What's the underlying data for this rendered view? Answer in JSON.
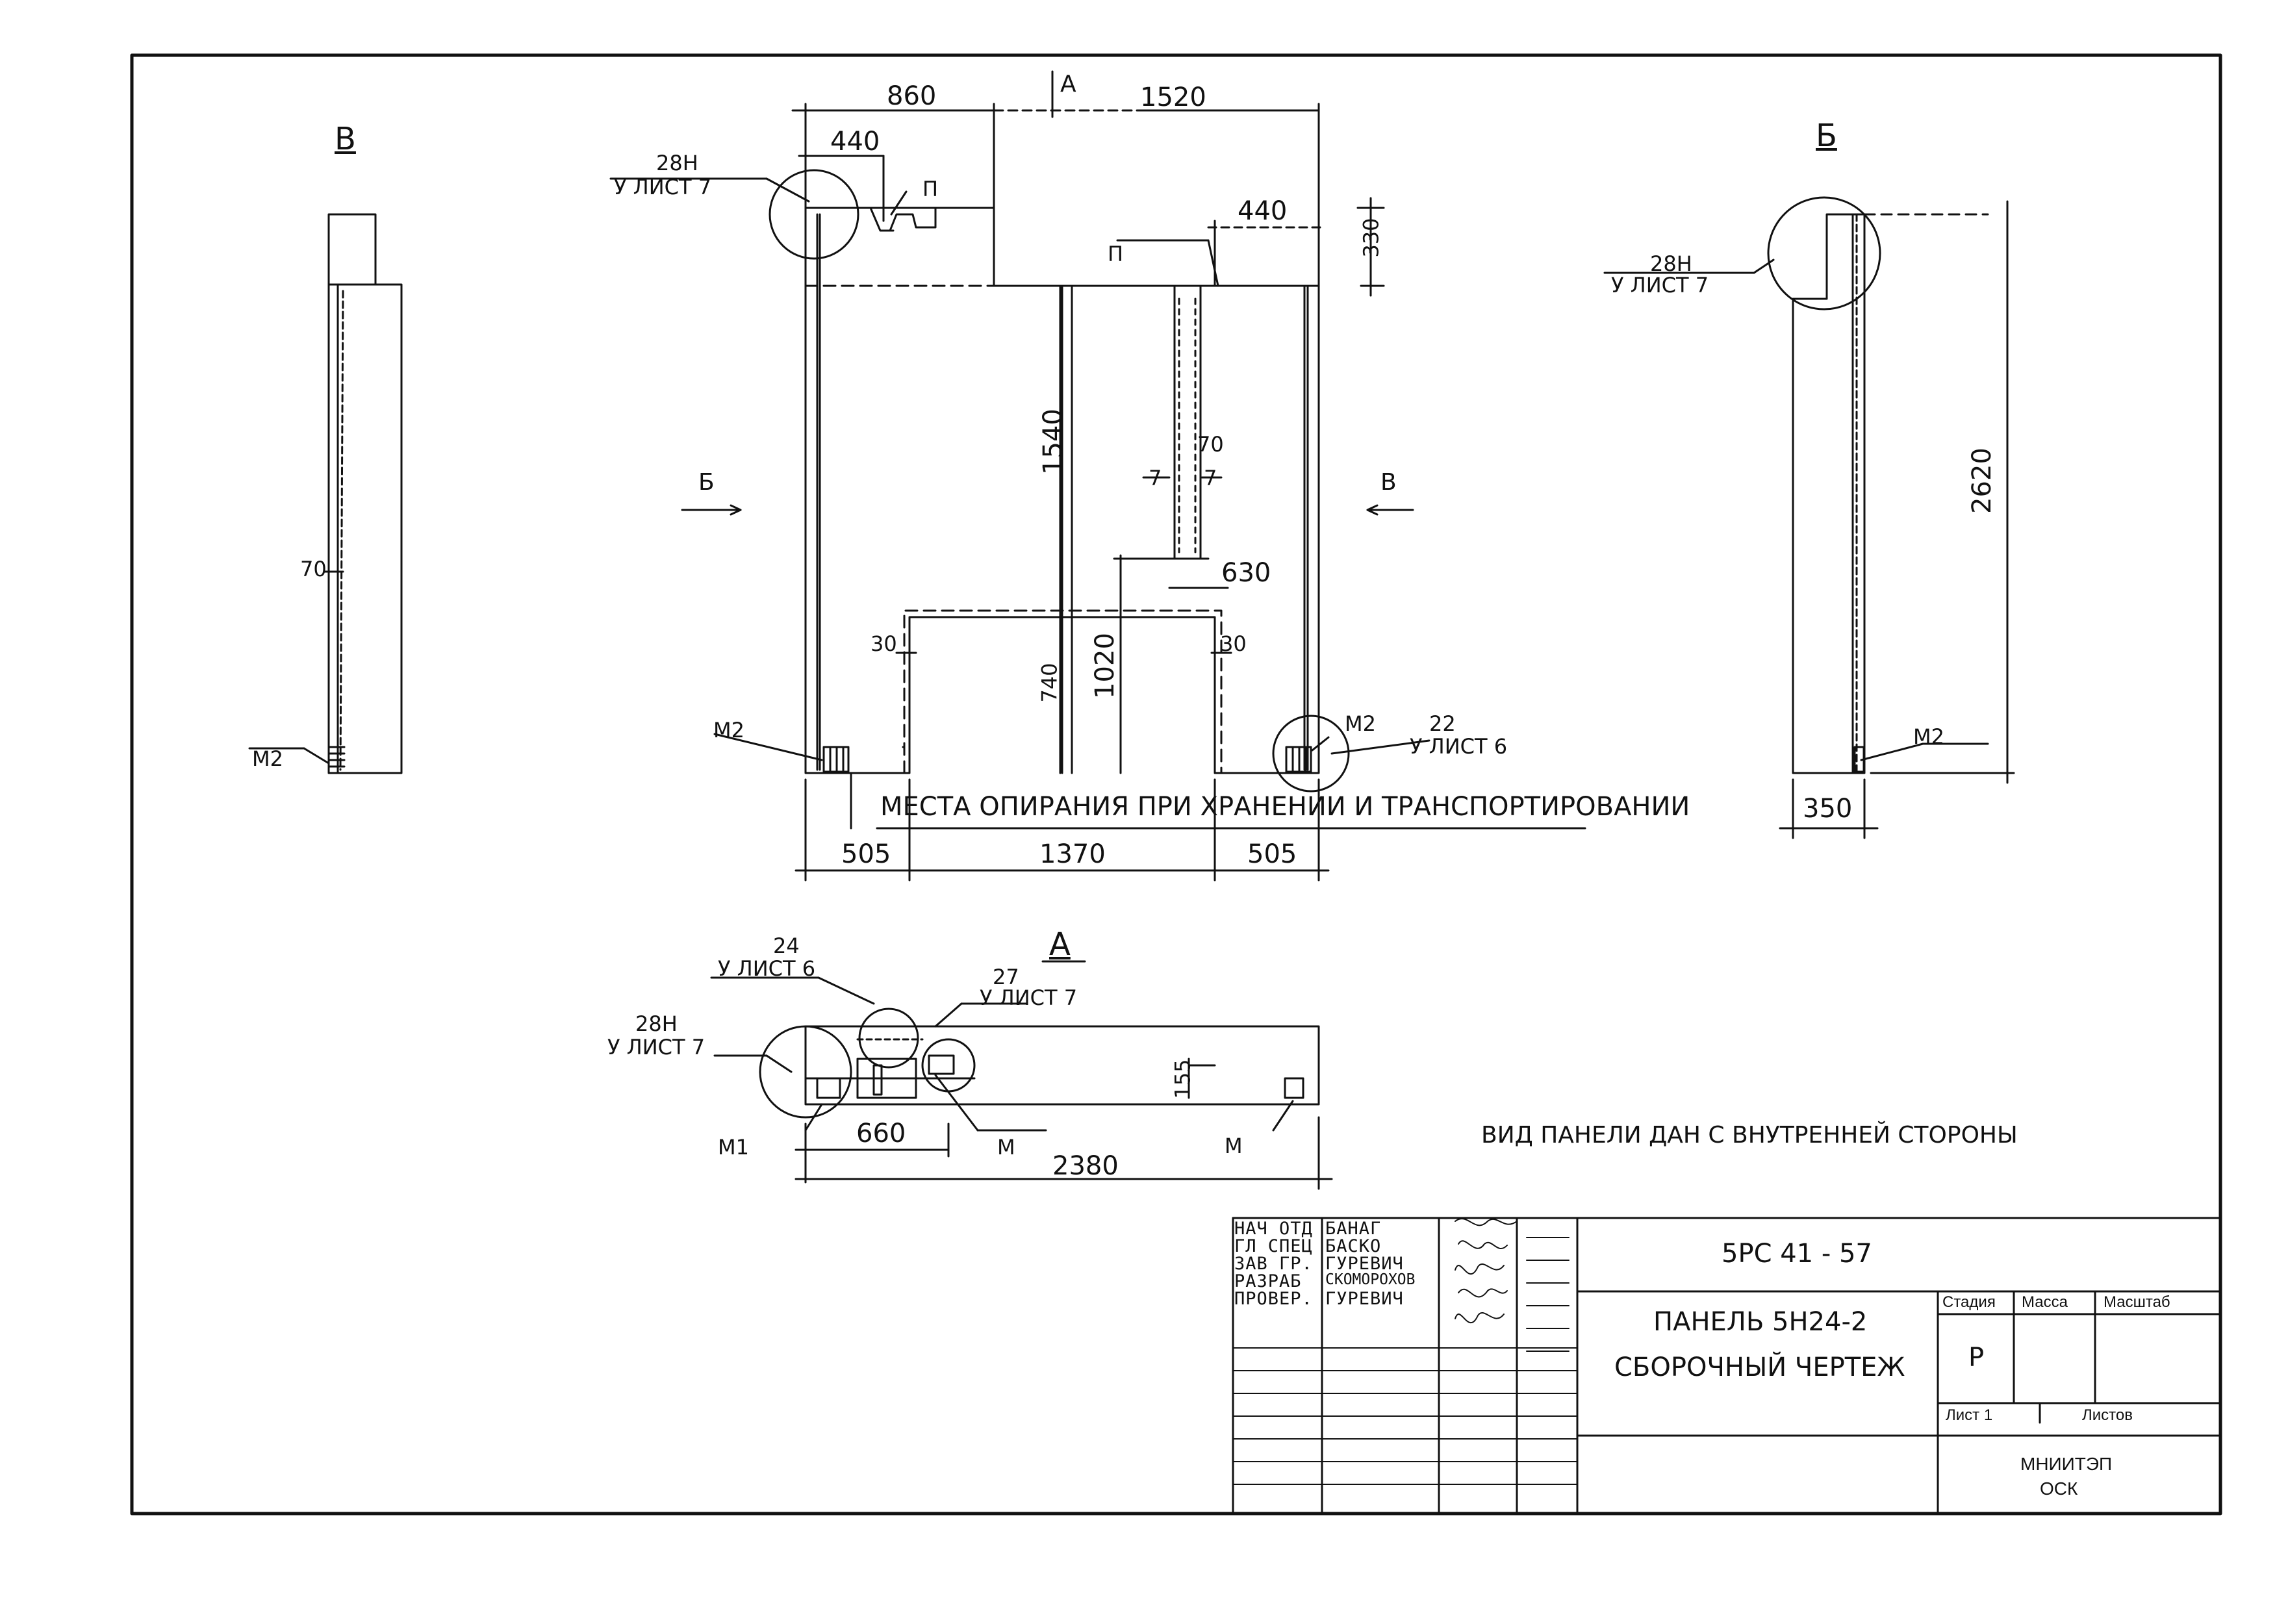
{
  "views": {
    "v": "В",
    "b": "Б",
    "a": "А",
    "section_b_left": "Б",
    "section_v_right": "В",
    "section_a_top": "А"
  },
  "callouts": {
    "n28_num": "28Н",
    "sheet7": "У ЛИСТ 7",
    "n22_num": "22",
    "sheet6": "У ЛИСТ 6",
    "n24_num": "24",
    "n27_num": "27"
  },
  "marks": {
    "m1": "М1",
    "m2": "М2",
    "m": "М",
    "p": "П"
  },
  "dimensions": {
    "d860": "860",
    "d1520": "1520",
    "d440": "440",
    "d330": "330",
    "d1540": "1540",
    "d70": "70",
    "d630": "630",
    "d30": "30",
    "d740": "740",
    "d1020": "1020",
    "d505": "505",
    "d1370": "1370",
    "d2620": "2620",
    "d350": "350",
    "d155": "155",
    "d660": "660",
    "d2380": "2380",
    "sec7": "7"
  },
  "notes": {
    "supports": "МЕСТА ОПИРАНИЯ ПРИ ХРАНЕНИИ И ТРАНСПОРТИРОВАНИИ",
    "view_inside": "ВИД ПАНЕЛИ ДАН С ВНУТРЕННЕЙ СТОРОНЫ"
  },
  "title_block": {
    "code": "5РС 41 - 57",
    "title_line1": "ПАНЕЛЬ 5Н24-2",
    "title_line2": "СБОРОЧНЫЙ ЧЕРТЕЖ",
    "stage_header": "Стадия",
    "mass_header": "Масса",
    "scale_header": "Масштаб",
    "stage_value": "Р",
    "sheet_label": "Лист 1",
    "sheets_label": "Листов",
    "org_line1": "МНИИТЭП",
    "org_line2": "ОСК",
    "signatures": [
      {
        "role": "НАЧ ОТД",
        "name": "БАНАГ"
      },
      {
        "role": "ГЛ СПЕЦ",
        "name": "БАСКО"
      },
      {
        "role": "ЗАВ ГР.",
        "name": "ГУРЕВИЧ"
      },
      {
        "role": "РАЗРАБ",
        "name": "СКОМОРОХОВ"
      },
      {
        "role": "ПРОВЕР.",
        "name": "ГУРЕВИЧ"
      }
    ]
  }
}
